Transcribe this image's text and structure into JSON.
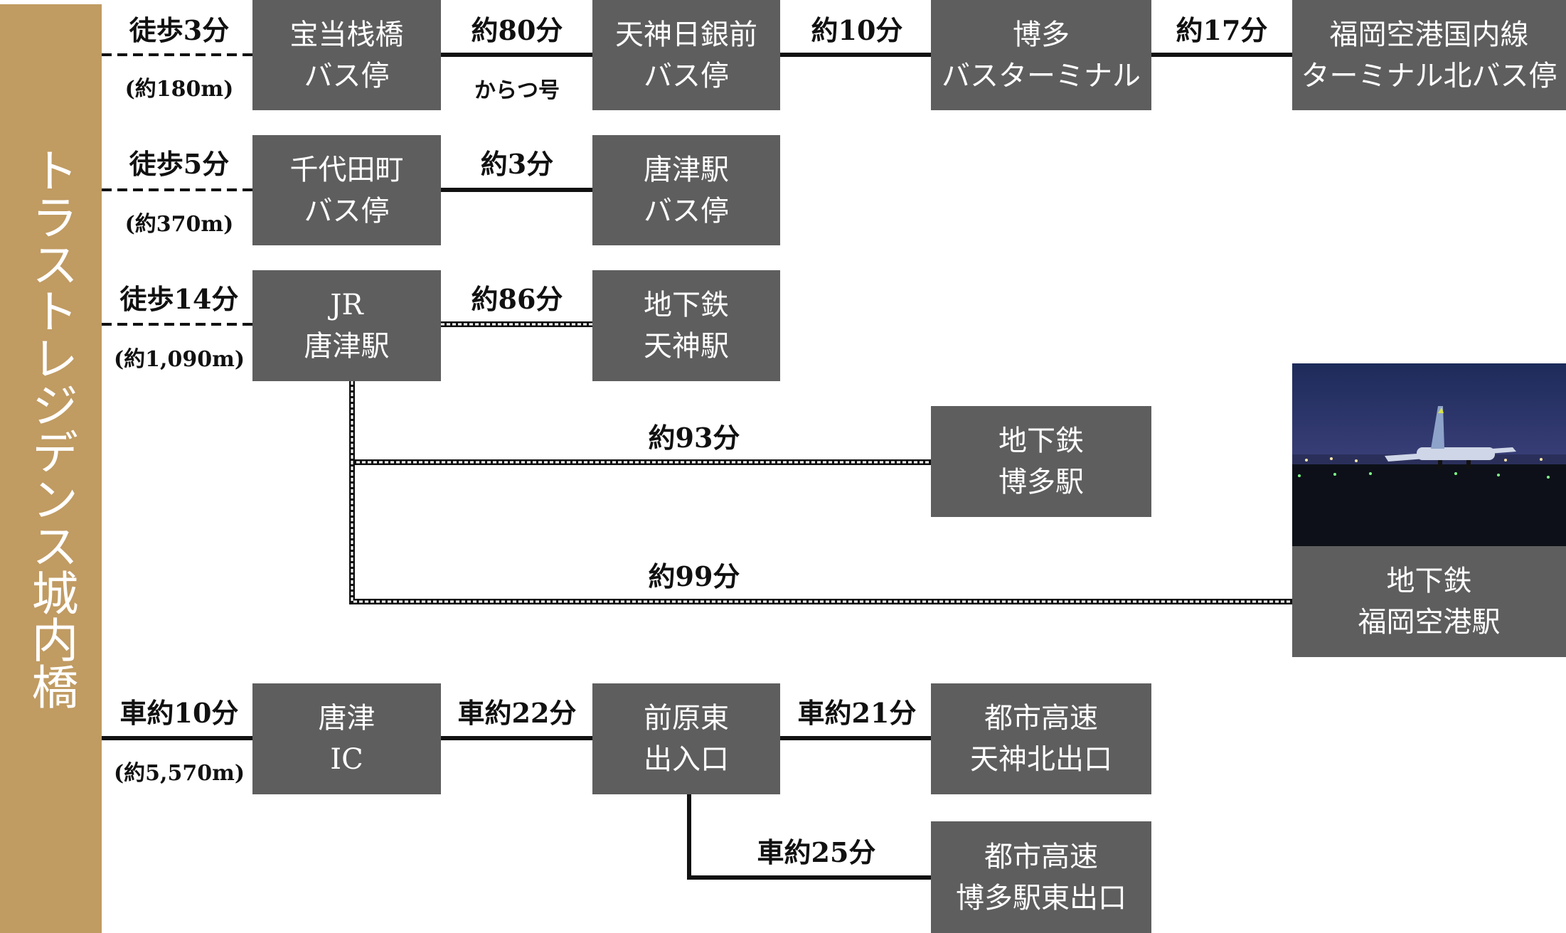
{
  "origin": {
    "name": "トラストレジデンス城内橋"
  },
  "rows": {
    "hoto": {
      "walk": "徒歩3分",
      "distance": "(約180m)",
      "stops": [
        "宝当栈橋\nバス停",
        "天神日銀前\nバス停",
        "博多\nバスターミナル",
        "福岡空港国内線\nターミナル北バス停"
      ],
      "legs": [
        "約80分",
        "約10分",
        "約17分"
      ],
      "bus_name": "からつ号"
    },
    "chiyoda": {
      "walk": "徒歩5分",
      "distance": "(約370m)",
      "stops": [
        "千代田町\nバス停",
        "唐津駅\nバス停"
      ],
      "legs": [
        "約3分"
      ]
    },
    "jr": {
      "walk": "徒歩14分",
      "distance": "(約1,090m)",
      "stops": [
        "JR\n唐津駅",
        "地下鉄\n天神駅",
        "地下鉄\n博多駅",
        "地下鉄\n福岡空港駅"
      ],
      "legs": [
        "約86分",
        "約93分",
        "約99分"
      ]
    },
    "car": {
      "drive": "車約10分",
      "distance": "(約5,570m)",
      "stops": [
        "唐津\nIC",
        "前原東\n出入口",
        "都市高速\n天神北出口",
        "都市高速\n博多駅東出口"
      ],
      "legs": [
        "車約22分",
        "車約21分",
        "車約25分"
      ]
    }
  },
  "photo": {
    "subject": "airport runway at night"
  },
  "colors": {
    "origin": "#c09b62",
    "box": "#5e5e5e",
    "line": "#111111"
  }
}
